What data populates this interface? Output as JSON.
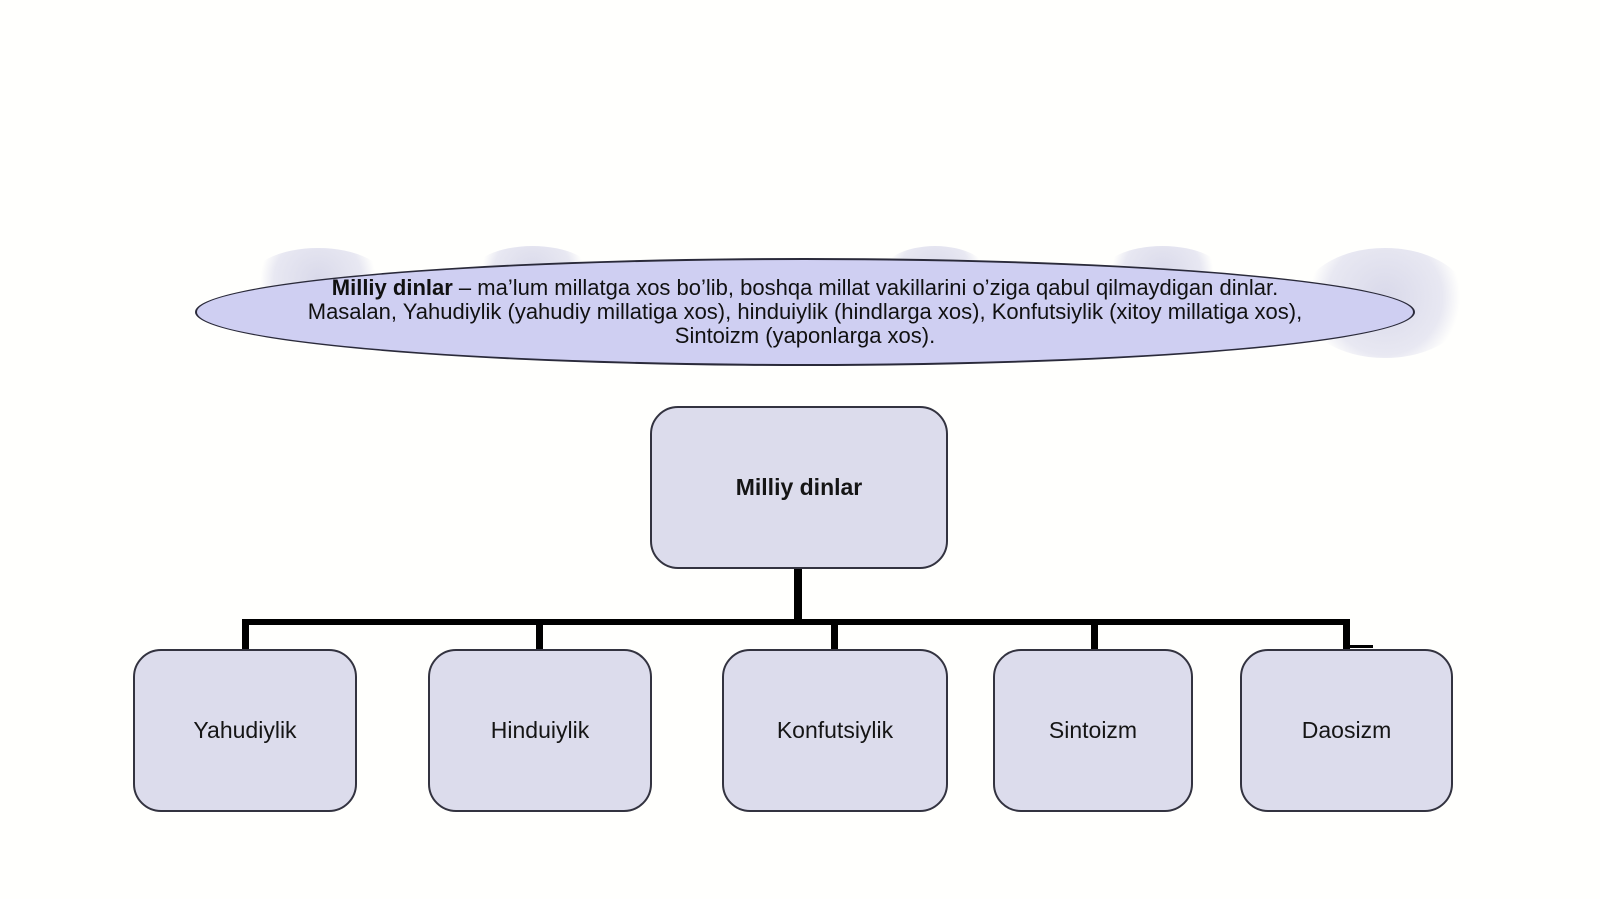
{
  "definition": {
    "term": "Milliy dinlar",
    "text": " – ma’lum millatga xos bo’lib, boshqa millat vakillarini o’ziga qabul qilmaydigan dinlar. Masalan, Yahudiylik (yahudiy millatiga xos), hinduiylik (hindlarga xos), Konfutsiylik (xitoy millatiga xos), Sintoizm (yaponlarga xos)."
  },
  "tree": {
    "root": "Milliy dinlar",
    "children": [
      {
        "label": "Yahudiylik"
      },
      {
        "label": "Hinduiylik"
      },
      {
        "label": "Konfutsiylik"
      },
      {
        "label": "Sintoizm"
      },
      {
        "label": "Daosizm"
      }
    ]
  },
  "colors": {
    "ellipse_fill": "#cfcff2",
    "box_fill": "#dcdcec",
    "connector": "#000000"
  }
}
